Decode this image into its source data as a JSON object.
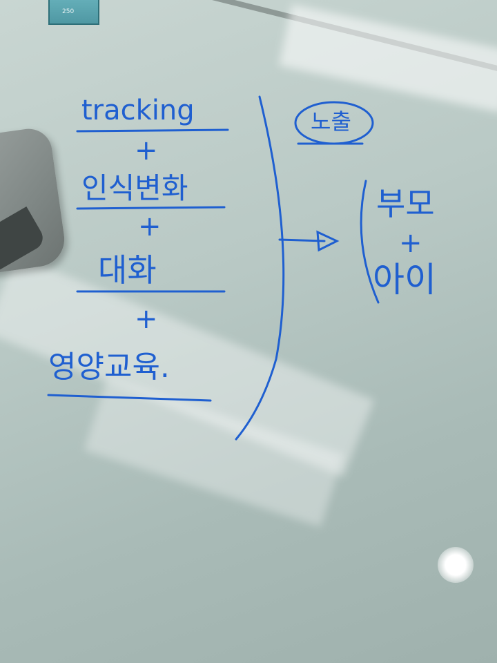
{
  "whiteboard": {
    "left_column": [
      {
        "key": "tracking",
        "text": "tracking"
      },
      {
        "key": "plus1",
        "text": "+"
      },
      {
        "key": "awareness",
        "text": "인식변화"
      },
      {
        "key": "plus2",
        "text": "+"
      },
      {
        "key": "conversation",
        "text": "대화"
      },
      {
        "key": "plus3",
        "text": "+"
      },
      {
        "key": "nutrition",
        "text": "영양교육."
      }
    ],
    "right_header": "노출",
    "right_column": [
      {
        "key": "parents",
        "text": "부모"
      },
      {
        "key": "plus",
        "text": "+"
      },
      {
        "key": "child",
        "text": "아이"
      }
    ],
    "ink_color": "#1f5fd0"
  },
  "box_label": "250"
}
